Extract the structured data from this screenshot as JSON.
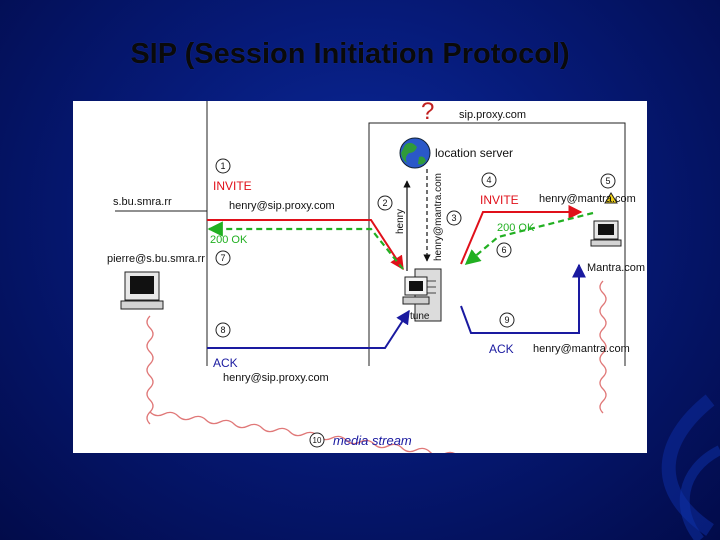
{
  "title": "SIP (Session Initiation Protocol)",
  "diagram": {
    "proxy_domain": "sip.proxy.com",
    "location_server": "location server",
    "question_mark": "?",
    "caller_address": "s.bu.smra.rr",
    "caller_host": "pierre@s.bu.smra.rr",
    "proxy_host": "tune",
    "callee_address": "henry@mantra.com",
    "callee_host": "Mantra.com",
    "steps": [
      "1",
      "2",
      "3",
      "4",
      "5",
      "6",
      "7",
      "8",
      "9",
      "10"
    ],
    "msg_invite_1": "INVITE",
    "msg_invite_1_uri": "henry@sip.proxy.com",
    "msg_query": "henry",
    "msg_reply": "henry@mantra.com",
    "msg_invite_4": "INVITE",
    "msg_ok_6": "200 OK",
    "msg_ok_7": "200 OK",
    "msg_ack_8": "ACK",
    "msg_ack_8_uri": "henry@sip.proxy.com",
    "msg_ack_9": "ACK",
    "msg_ack_9_uri": "henry@mantra.com",
    "media_stream": "media stream"
  },
  "colors": {
    "invite": "#e0101a",
    "ok": "#22b022",
    "ack": "#1a1aa0",
    "wavy": "#e07878",
    "bg": "#061a78"
  }
}
